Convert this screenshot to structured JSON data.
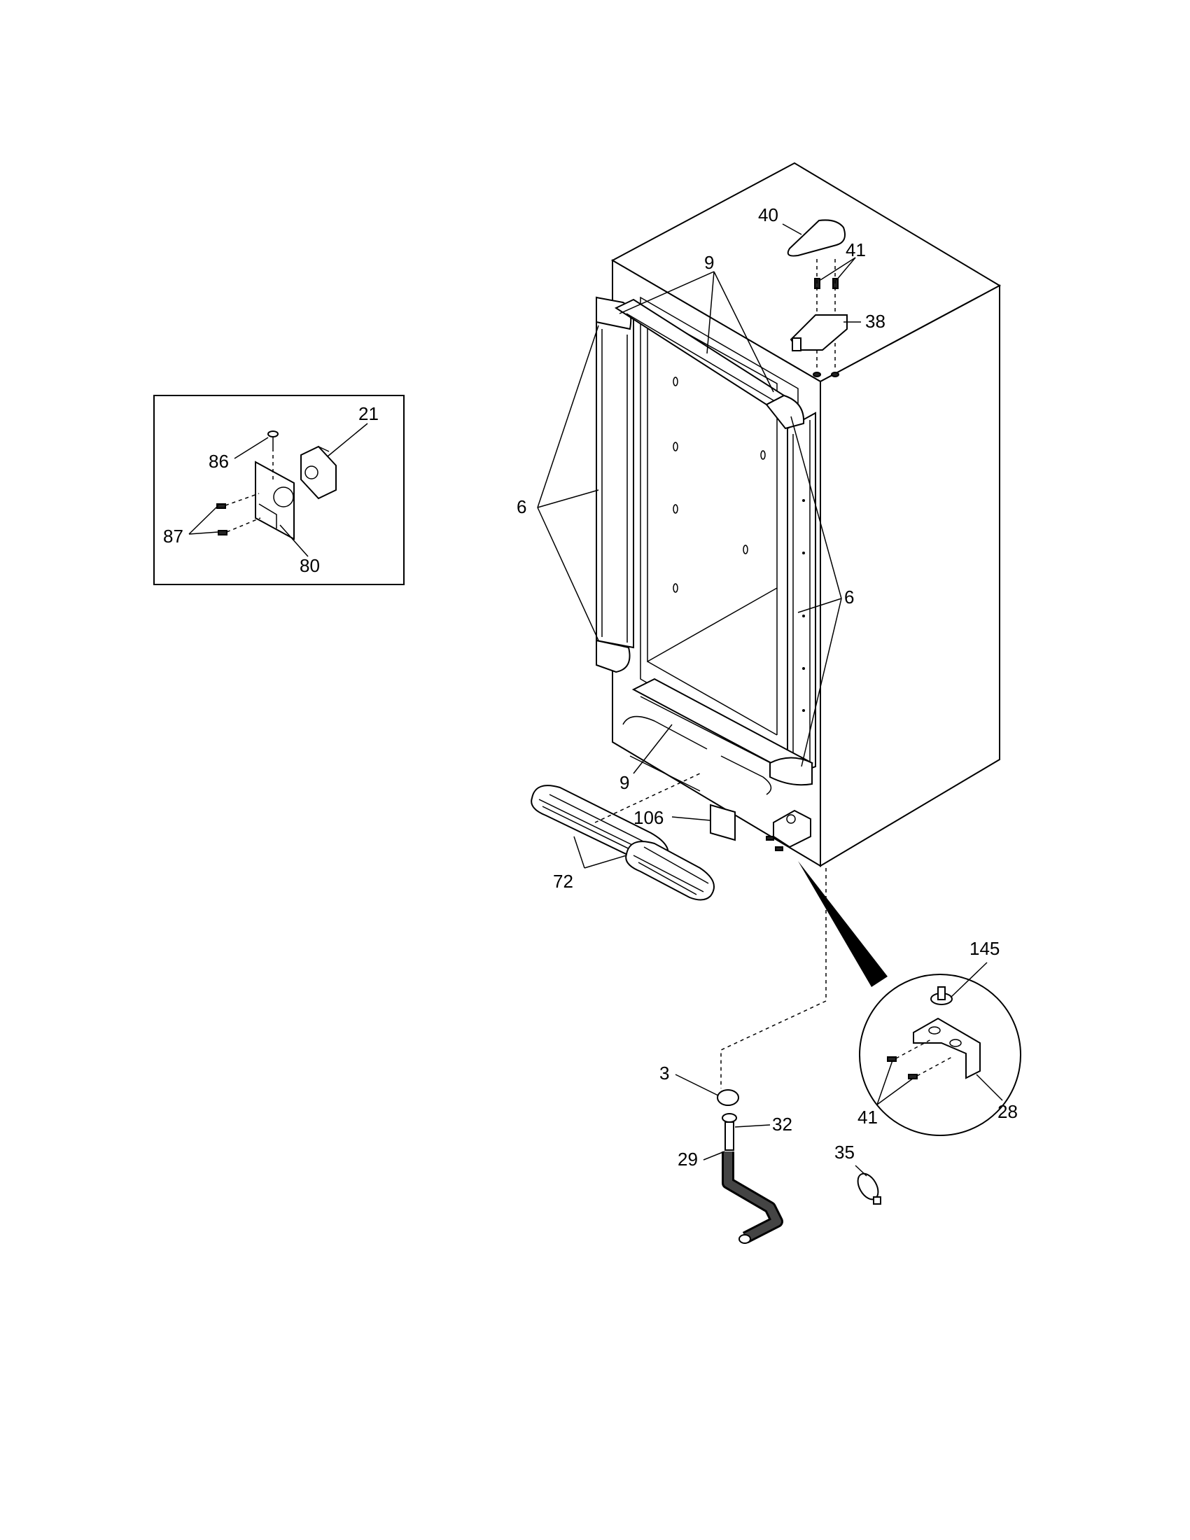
{
  "callouts": {
    "p40": "40",
    "p41_top": "41",
    "p38": "38",
    "p9_top": "9",
    "p6_left": "6",
    "p6_right": "6",
    "p9_bottom": "9",
    "p106": "106",
    "p72": "72",
    "p145": "145",
    "p3": "3",
    "p32": "32",
    "p29": "29",
    "p35": "35",
    "p41_inset": "41",
    "p28": "28",
    "p21": "21",
    "p86": "86",
    "p87": "87",
    "p80": "80"
  }
}
